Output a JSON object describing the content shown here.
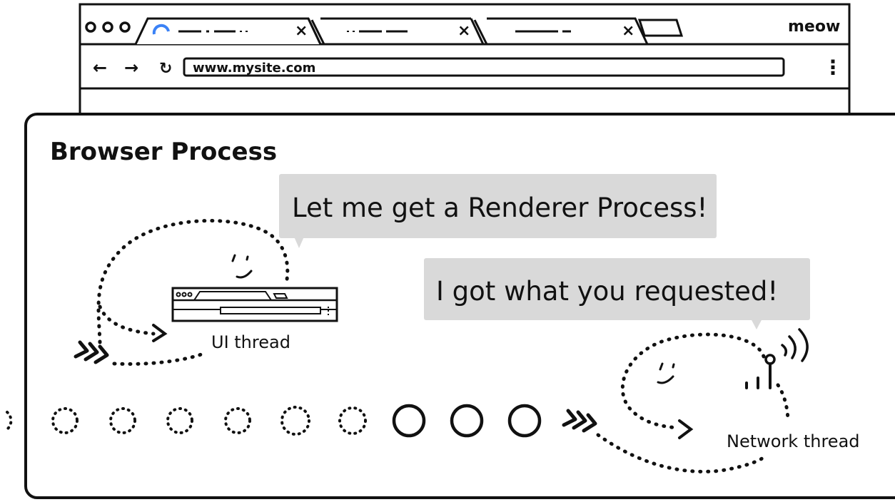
{
  "browser": {
    "window_label": "meow",
    "address": "www.mysite.com",
    "nav": {
      "back": "←",
      "forward": "→",
      "reload": "↻"
    },
    "menu": "⋮",
    "tabs": [
      {
        "close": "×"
      },
      {
        "close": "×"
      },
      {
        "close": "×"
      }
    ]
  },
  "process": {
    "title": "Browser Process"
  },
  "bubbles": {
    "ui": "Let me get a Renderer Process!",
    "network": "I got what you requested!"
  },
  "threads": {
    "ui_label": "UI thread",
    "network_label": "Network thread"
  },
  "colors": {
    "ink": "#111111",
    "bubble_bg": "#d9d9d9",
    "spinner": "#3b82f6"
  },
  "icons": [
    "spinner-icon",
    "new-tab-icon",
    "back-arrow-icon",
    "forward-arrow-icon",
    "reload-icon",
    "menu-icon",
    "antenna-icon",
    "signal-waves-icon",
    "chevron-arrows-icon"
  ]
}
